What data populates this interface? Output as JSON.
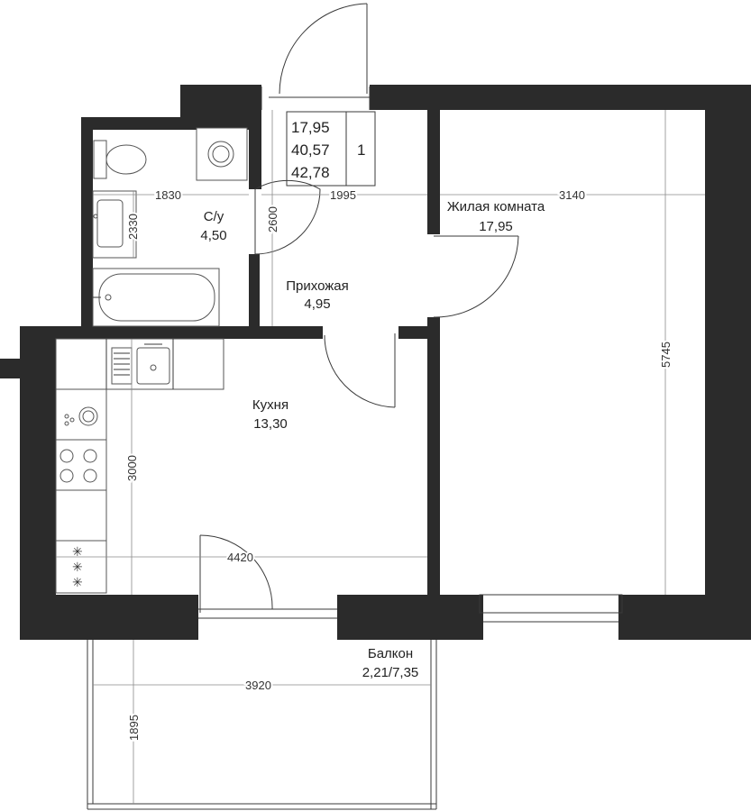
{
  "info_box": {
    "living_area": "17,95",
    "total_area": "40,57",
    "total_area_with_balcony": "42,78",
    "rooms": "1"
  },
  "rooms": {
    "bathroom": {
      "name": "С/у",
      "area": "4,50"
    },
    "hallway": {
      "name": "Прихожая",
      "area": "4,95"
    },
    "living_room": {
      "name": "Жилая комната",
      "area": "17,95"
    },
    "kitchen": {
      "name": "Кухня",
      "area": "13,30"
    },
    "balcony": {
      "name": "Балкон",
      "area": "2,21/7,35"
    }
  },
  "dimensions": {
    "bath_width": "1830",
    "bath_height": "2330",
    "hall_width": "1995",
    "hall_height": "2600",
    "living_width": "3140",
    "living_height": "5745",
    "kitchen_height": "3000",
    "kitchen_width": "4420",
    "balcony_width": "3920",
    "balcony_depth": "1895"
  },
  "colors": {
    "wall": "#2b2b2b",
    "line": "#3a3a3a",
    "background": "#ffffff"
  }
}
